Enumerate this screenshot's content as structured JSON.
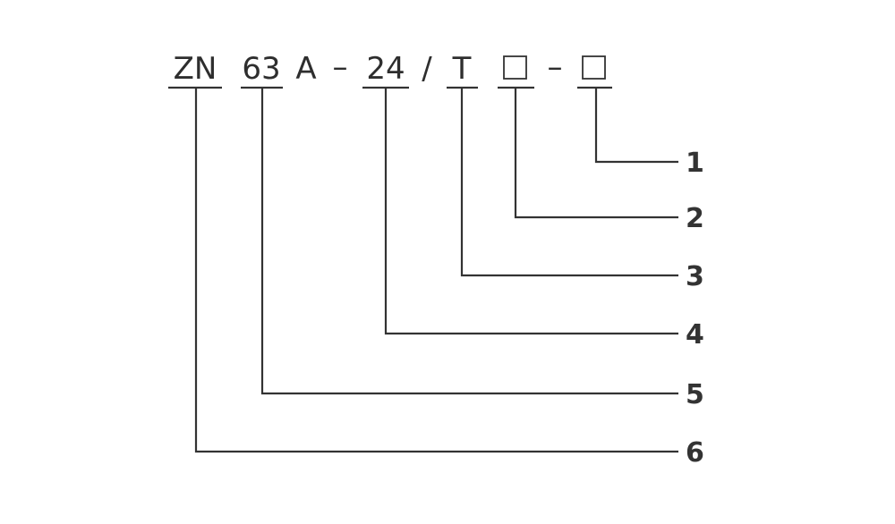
{
  "model_code": {
    "segments": [
      {
        "text": "ZN",
        "callout": "6"
      },
      {
        "text": "63",
        "callout": "5"
      },
      {
        "text": "A",
        "callout": null
      },
      {
        "text": "–",
        "callout": null
      },
      {
        "text": "24",
        "callout": "4"
      },
      {
        "text": "/",
        "callout": null
      },
      {
        "text": "T",
        "callout": "3"
      },
      {
        "text": "□",
        "callout": "2"
      },
      {
        "text": "–",
        "callout": null
      },
      {
        "text": "□",
        "callout": "1"
      }
    ]
  },
  "callout_numbers": [
    "1",
    "2",
    "3",
    "4",
    "5",
    "6"
  ],
  "colors": {
    "line": "#333333",
    "text": "#2e2e2e",
    "background": "#ffffff"
  }
}
